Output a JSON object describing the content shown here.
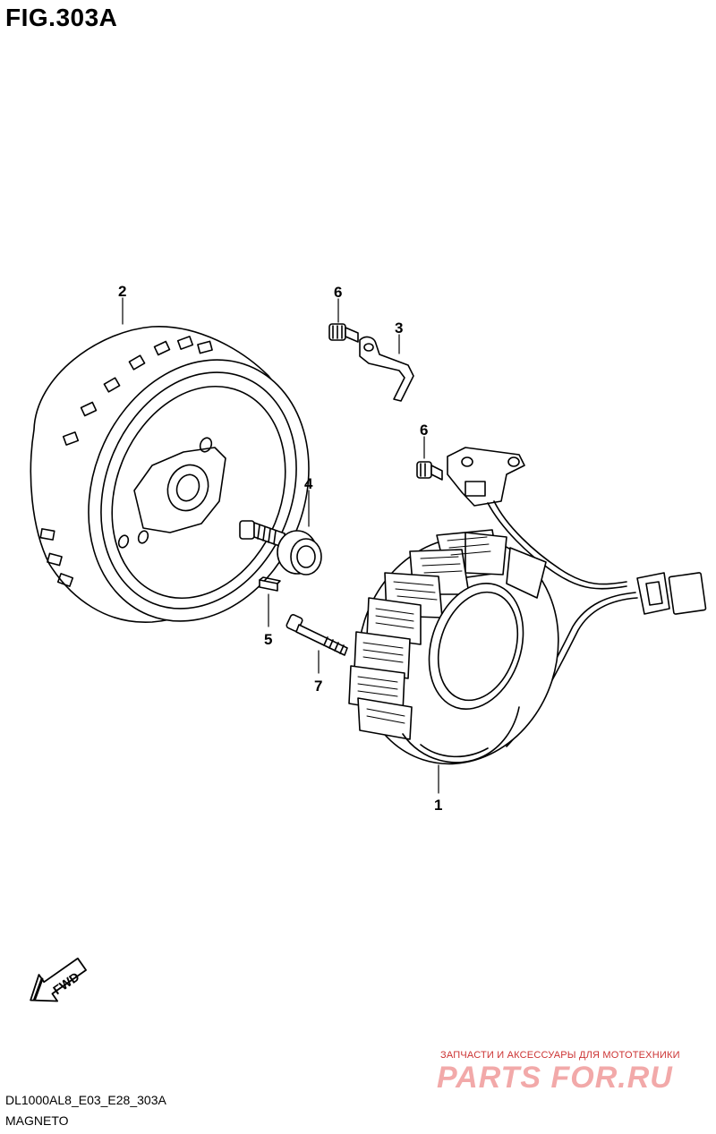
{
  "figure": {
    "title": "FIG.303A"
  },
  "callouts": [
    {
      "id": "1",
      "label": "1"
    },
    {
      "id": "2",
      "label": "2"
    },
    {
      "id": "3",
      "label": "3"
    },
    {
      "id": "4",
      "label": "4"
    },
    {
      "id": "5",
      "label": "5"
    },
    {
      "id": "6a",
      "label": "6"
    },
    {
      "id": "6b",
      "label": "6"
    },
    {
      "id": "7",
      "label": "7"
    }
  ],
  "direction_arrow": {
    "label": "FWD"
  },
  "footer": {
    "code": "DL1000AL8_E03_E28_303A",
    "name": "MAGNETO"
  },
  "watermark": {
    "caption": "ЗАПЧАСТИ И АКСЕССУАРЫ ДЛЯ МОТОТЕХНИКИ",
    "logo": "PARTS FOR.RU"
  }
}
